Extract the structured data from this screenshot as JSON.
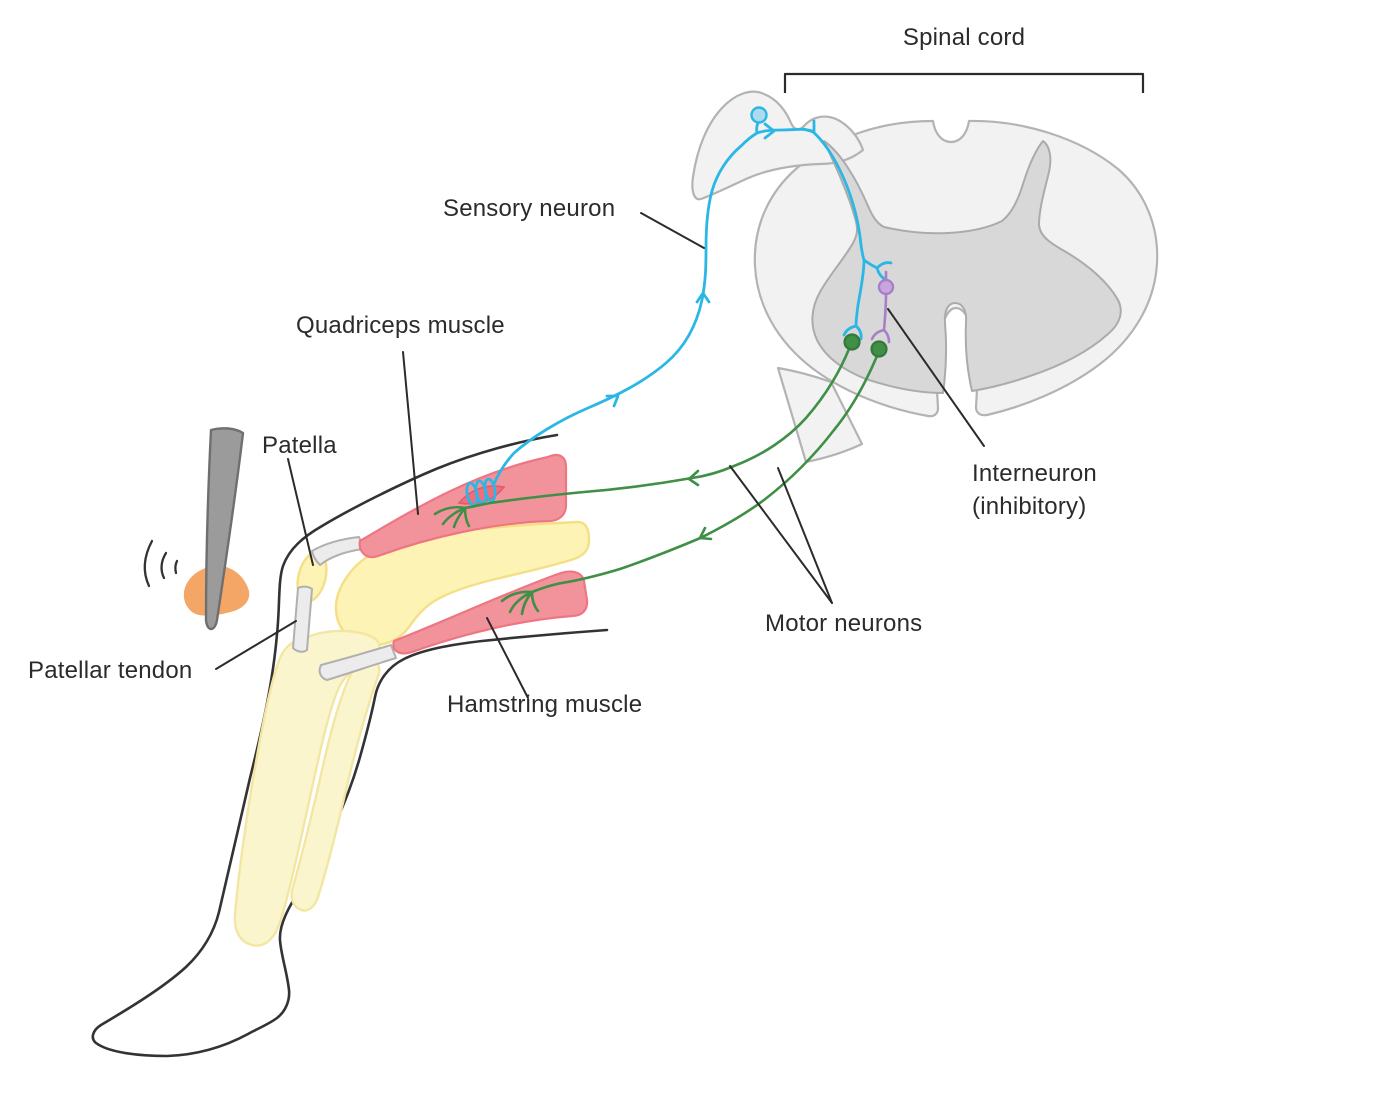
{
  "labels": {
    "spinal_cord": "Spinal cord",
    "sensory_neuron": "Sensory neuron",
    "quadriceps": "Quadriceps muscle",
    "patella": "Patella",
    "patellar_tendon": "Patellar tendon",
    "hamstring": "Hamstring muscle",
    "motor_neurons": "Motor neurons",
    "interneuron_line1": "Interneuron",
    "interneuron_line2": "(inhibitory)"
  },
  "colors": {
    "sensory": "#2bb7e5",
    "motor": "#3f8f46",
    "motordark": "#33793a",
    "inter": "#a77fc8",
    "bluecell": "#abdcee",
    "purplecell": "#c9a5df",
    "musclefill": "#f2939c",
    "musclestroke": "#ee7683",
    "spindlefill": "#ed6f7c",
    "spindlestroke": "#e25a6c",
    "bonefill": "#fcf3b4",
    "bonestroke": "#f5df86",
    "palebonefill": "#fbf5cd",
    "palebonestroke": "#f3e6a2",
    "tendonfill": "#ececec",
    "tendonstroke": "#b0b0b0",
    "cordfill": "#f2f2f2",
    "cordstroke": "#b3b3b3",
    "grayfill": "#d8d8d8",
    "graystroke": "#ababab",
    "hammerfill": "#9b9b9b",
    "hammerstroke": "#6f6f6f",
    "impact": "#f4a666",
    "outline": "#333333",
    "ink": "#2b2b2b"
  }
}
